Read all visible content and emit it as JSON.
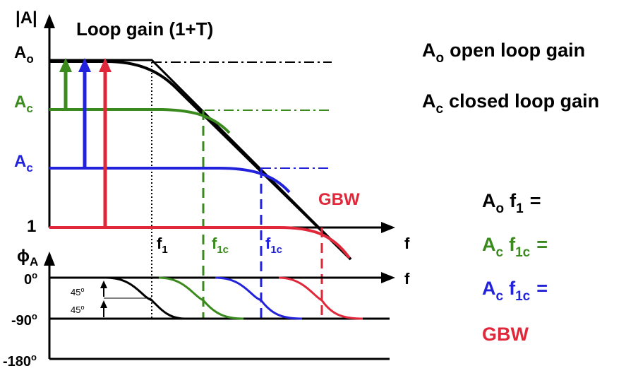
{
  "title": "Loop gain (1+T)",
  "axes": {
    "magnitude_axis_label": "|A|",
    "phase_axis_symbol": "ϕ",
    "phase_axis_subscript": "A",
    "frequency_label": "f",
    "one_label": "1"
  },
  "magnitude_labels": {
    "open_main": "A",
    "open_sub": "o",
    "closed_main": "A",
    "closed_sub": "c"
  },
  "phase_ticks": [
    {
      "value": "0",
      "sup": "o"
    },
    {
      "value": "-90",
      "sup": "o"
    },
    {
      "value": "-180",
      "sup": "o"
    }
  ],
  "phase_steps": {
    "upper": "45",
    "lower": "45",
    "sup": "o"
  },
  "freq_markers": {
    "f1_main": "f",
    "f1_sub": "1",
    "f1c_main": "f",
    "f1c_sub": "1c",
    "gbw": "GBW"
  },
  "legend": {
    "open_main": "A",
    "open_sub": "o",
    "open_text": "open loop gain",
    "closed_main": "A",
    "closed_sub": "c",
    "closed_text": "closed loop gain"
  },
  "equations": {
    "eq1_main": "A",
    "eq1_sub": "o",
    "eq1_f": "f",
    "eq1_fsub": "1",
    "eq1_tail": "=",
    "eq2_main": "A",
    "eq2_sub": "c",
    "eq2_f": "f",
    "eq2_fsub": "1c",
    "eq2_tail": "=",
    "eq3_main": "A",
    "eq3_sub": "c",
    "eq3_f": "f",
    "eq3_fsub": "1c",
    "eq3_tail": "=",
    "eq4": "GBW"
  },
  "colors": {
    "black": "#000000",
    "green": "#3a8a1e",
    "blue": "#2222dd",
    "red": "#e0283a"
  }
}
